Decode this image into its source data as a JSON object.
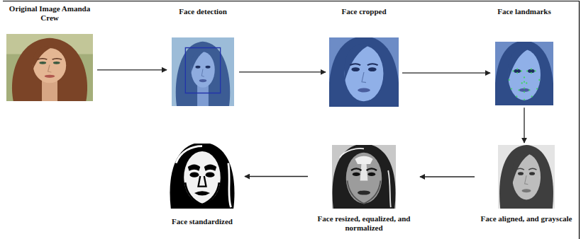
{
  "diagram": {
    "nodes": [
      {
        "text": [
          "Original Image Amanda Crew"
        ]
      },
      {
        "text": [
          "Face detection"
        ]
      },
      {
        "text": [
          "Face cropped"
        ]
      },
      {
        "text": [
          "Face landmarks"
        ]
      },
      {
        "text": [
          "Face aligned, and grayscale"
        ]
      },
      {
        "text": [
          "Face resized, equalized, and normalized"
        ]
      },
      {
        "text": [
          "Face standardized"
        ]
      }
    ],
    "edges": [
      {
        "from": 0,
        "to": 1,
        "arrow": "to"
      },
      {
        "from": 1,
        "to": 2,
        "arrow": "to"
      },
      {
        "from": 2,
        "to": 3,
        "arrow": "to"
      },
      {
        "from": 3,
        "to": 4,
        "arrow": "to"
      },
      {
        "from": 4,
        "to": 5,
        "arrow": "to"
      },
      {
        "from": 5,
        "to": 6,
        "arrow": "to"
      }
    ]
  }
}
